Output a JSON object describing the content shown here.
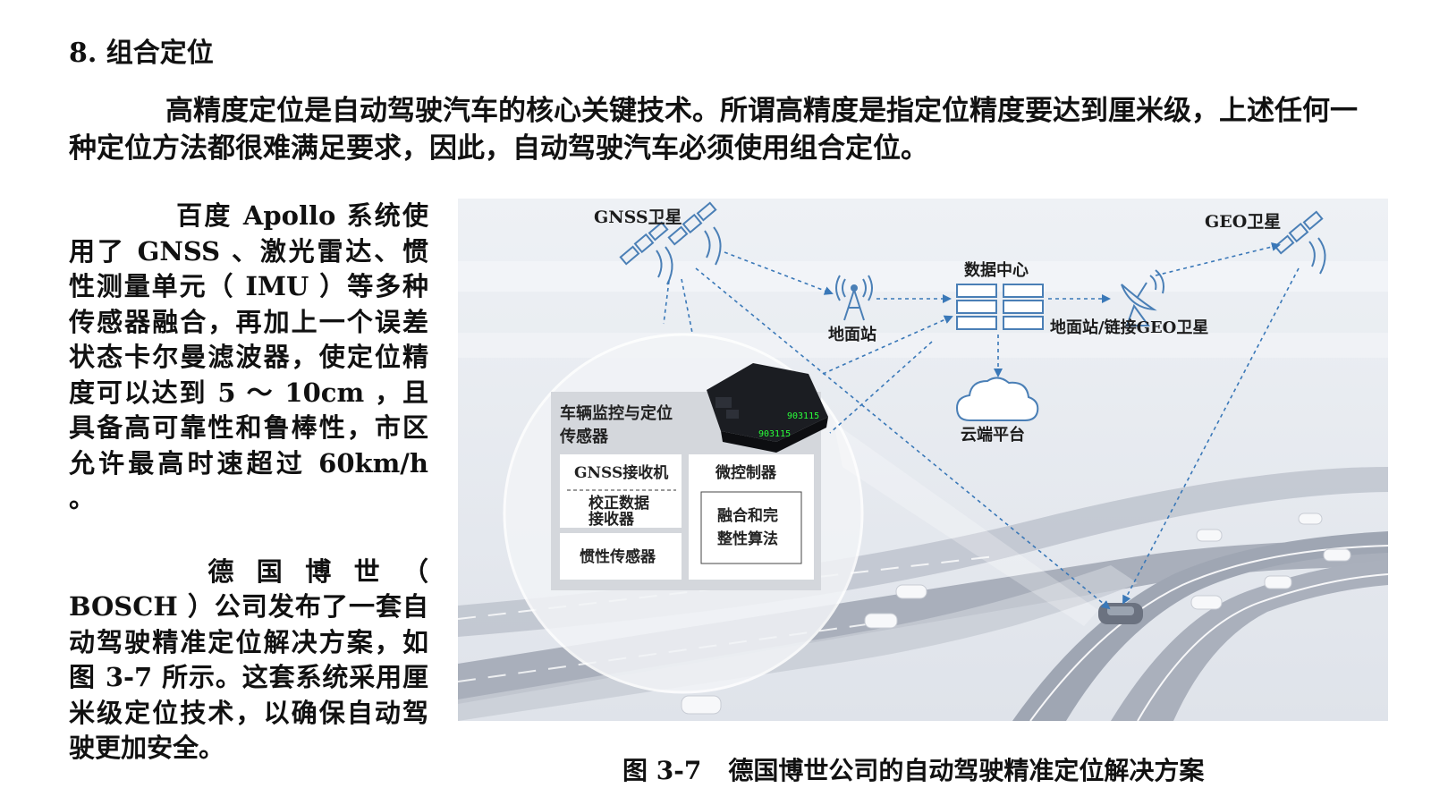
{
  "heading": "8. 组合定位",
  "intro": "高精度定位是自动驾驶汽车的核心关键技术。所谓高精度是指定位精度要达到厘米级，上述任何一种定位方法都很难满足要求，因此，自动驾驶汽车必须使用组合定位。",
  "left_paragraphs": [
    "百度 Apollo 系统使用了 GNSS 、激光雷达、惯性测量单元（ IMU ）等多种传感器融合，再加上一个误差状态卡尔曼滤波器，使定位精度可以达到 5 ～ 10cm ，且具备高可靠性和鲁棒性，市区允许最高时速超过 60km/h 。",
    "德国博世（ BOSCH ）公司发布了一套自动驾驶精准定位解决方案，如图 3-7 所示。这套系统采用厘米级定位技术，以确保自动驾驶更加安全。"
  ],
  "figure": {
    "labels": {
      "gnss_satellite": "GNSS卫星",
      "geo_satellite": "GEO卫星",
      "data_center": "数据中心",
      "ground_station": "地面站",
      "ground_station_geo": "地面站/链接GEO卫星",
      "cloud_platform": "云端平台"
    },
    "unit_title_line1": "车辆监控与定位",
    "unit_title_line2": "传感器",
    "device_code": "903115",
    "blocks": {
      "gnss_receiver": "GNSS接收机",
      "correction_receiver_line1": "校正数据",
      "correction_receiver_line2": "接收器",
      "inertial_sensor": "惯性传感器",
      "microcontroller": "微控制器",
      "fusion_line1": "融合和完",
      "fusion_line2": "整性算法"
    }
  },
  "caption_number": "图 3-7",
  "caption_text": "德国博世公司的自动驾驶精准定位解决方案",
  "colors": {
    "arrow": "#3a78b8",
    "icon": "#4a7fb6",
    "road": "#a6acb8",
    "background": "#e8ebf0"
  }
}
